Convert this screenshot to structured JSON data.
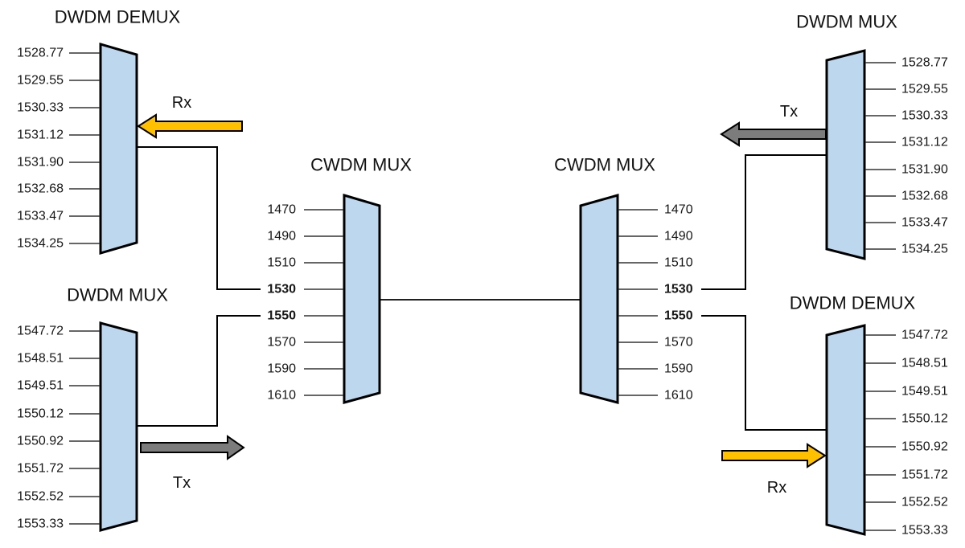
{
  "diagram": {
    "colors": {
      "block_fill": "#BDD7EE",
      "block_stroke": "#000000",
      "rx_arrow_fill": "#FFC000",
      "tx_arrow_fill": "#7C7C7C",
      "line": "#000000"
    },
    "blocks": {
      "dwdm_demux_left": {
        "title": "DWDM DEMUX",
        "channels": [
          "1528.77",
          "1529.55",
          "1530.33",
          "1531.12",
          "1531.90",
          "1532.68",
          "1533.47",
          "1534.25"
        ]
      },
      "dwdm_mux_left": {
        "title": "DWDM MUX",
        "channels": [
          "1547.72",
          "1548.51",
          "1549.51",
          "1550.12",
          "1550.92",
          "1551.72",
          "1552.52",
          "1553.33"
        ]
      },
      "cwdm_mux_left": {
        "title": "CWDM MUX",
        "channels": [
          "1470",
          "1490",
          "1510",
          "1530",
          "1550",
          "1570",
          "1590",
          "1610"
        ],
        "bold_channels": [
          "1530",
          "1550"
        ]
      },
      "cwdm_mux_right": {
        "title": "CWDM MUX",
        "channels": [
          "1470",
          "1490",
          "1510",
          "1530",
          "1550",
          "1570",
          "1590",
          "1610"
        ],
        "bold_channels": [
          "1530",
          "1550"
        ]
      },
      "dwdm_mux_right": {
        "title": "DWDM MUX",
        "channels": [
          "1528.77",
          "1529.55",
          "1530.33",
          "1531.12",
          "1531.90",
          "1532.68",
          "1533.47",
          "1534.25"
        ]
      },
      "dwdm_demux_right": {
        "title": "DWDM DEMUX",
        "channels": [
          "1547.72",
          "1548.51",
          "1549.51",
          "1550.12",
          "1550.92",
          "1551.72",
          "1552.52",
          "1553.33"
        ]
      }
    },
    "arrows": {
      "rx_left": {
        "label": "Rx",
        "direction": "left",
        "fill": "#FFC000"
      },
      "tx_left": {
        "label": "Tx",
        "direction": "right",
        "fill": "#7C7C7C"
      },
      "tx_right": {
        "label": "Tx",
        "direction": "left",
        "fill": "#7C7C7C"
      },
      "rx_right": {
        "label": "Rx",
        "direction": "right",
        "fill": "#FFC000"
      }
    }
  }
}
